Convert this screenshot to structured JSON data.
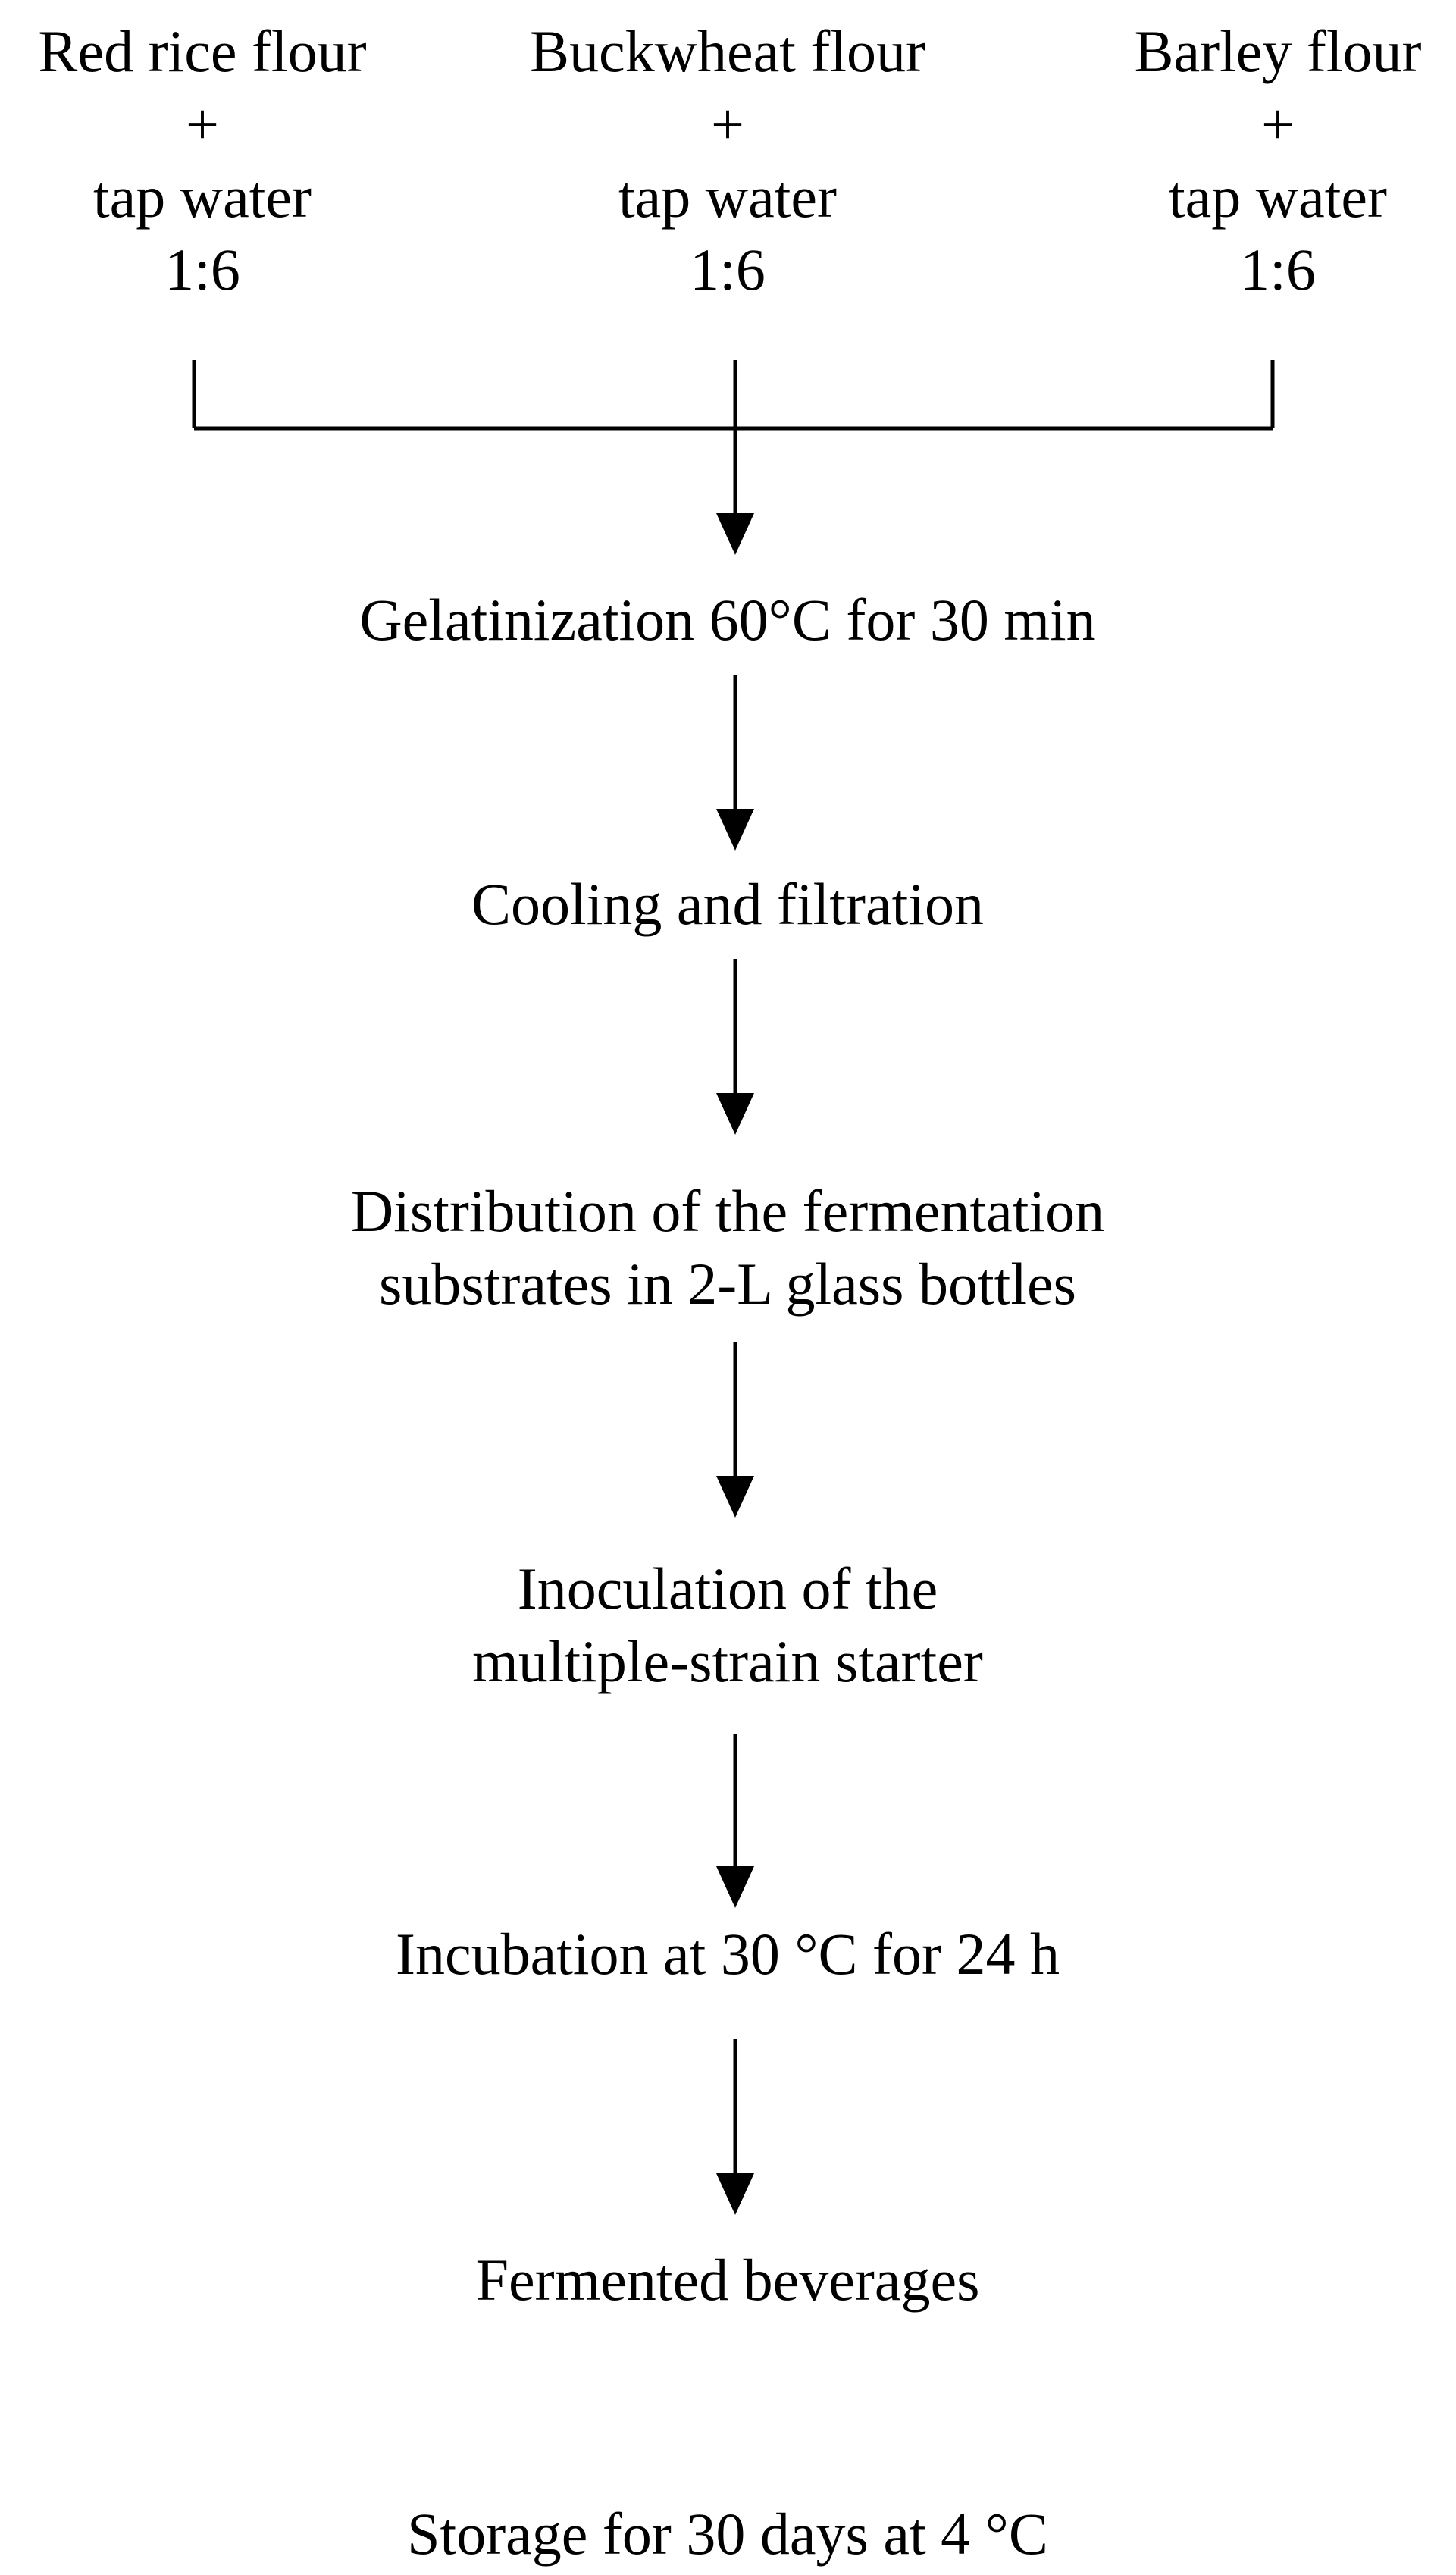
{
  "sources": [
    {
      "name": "Red rice flour",
      "plus": "+",
      "addition": "tap water",
      "ratio": "1:6"
    },
    {
      "name": "Buckwheat flour",
      "plus": "+",
      "addition": "tap water",
      "ratio": "1:6"
    },
    {
      "name": "Barley flour",
      "plus": "+",
      "addition": "tap water",
      "ratio": "1:6"
    }
  ],
  "steps": {
    "gelatinization": "Gelatinization 60°C for 30 min",
    "cooling": "Cooling and filtration",
    "distribution": [
      "Distribution of the fermentation",
      "substrates in 2-L glass bottles"
    ],
    "inoculation": [
      "Inoculation of the",
      "multiple-strain starter"
    ],
    "incubation": "Incubation at 30 °C for 24 h",
    "fermented": "Fermented beverages",
    "storage": "Storage for 30 days at 4 °C"
  },
  "colors": {
    "line": "#000000",
    "text": "#000000",
    "background": "#ffffff"
  }
}
